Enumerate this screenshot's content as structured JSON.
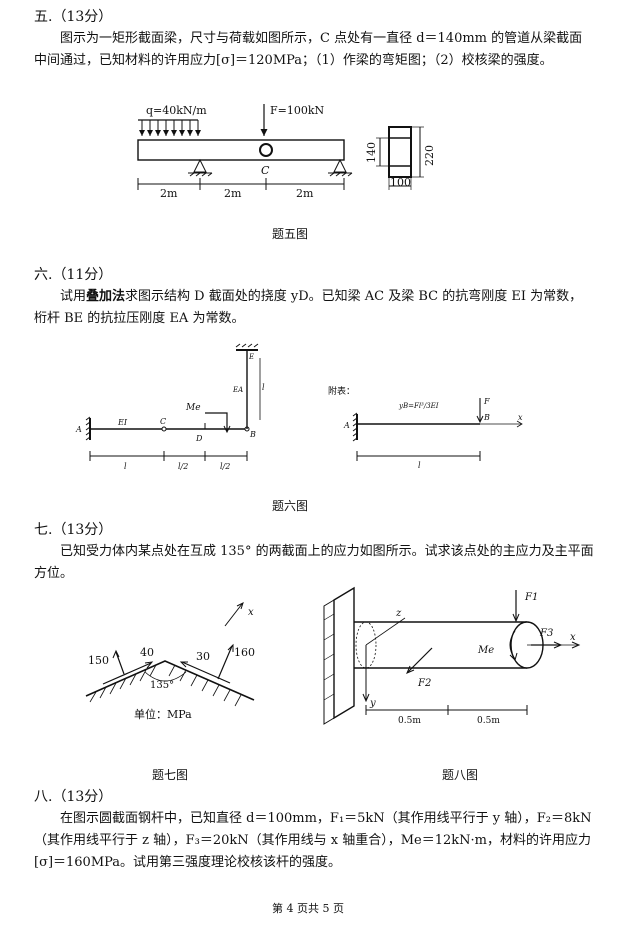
{
  "q5": {
    "title": "五.（13分）",
    "body": "图示为一矩形截面梁，尺寸与荷载如图所示，C 点处有一直径 d＝140mm 的管道从梁截面中间通过，已知材料的许用应力[σ]＝120MPa；（1）作梁的弯矩图；（2）校核梁的强度。",
    "fig": {
      "q_label": "q=40kN/m",
      "f_label": "F=100kN",
      "c_label": "C",
      "dims": [
        "2m",
        "2m",
        "2m"
      ],
      "h_inner": "140",
      "h_outer": "220",
      "width": "100"
    },
    "caption": "题五图"
  },
  "q6": {
    "title": "六.（11分）",
    "body_a": "试用",
    "body_bold": "叠加法",
    "body_b": "求图示结构 D 截面处的挠度 yD。已知梁 AC 及梁 BC 的抗弯刚度 EI 为常数，桁杆 BE 的抗拉压刚度 EA 为常数。",
    "fig": {
      "A": "A",
      "EI": "EI",
      "C": "C",
      "Me": "Me",
      "D": "D",
      "B": "B",
      "EA": "EA",
      "E": "E",
      "l_rod": "l",
      "dims": [
        "l",
        "l/2",
        "l/2"
      ],
      "appendix": "附表：",
      "formula": "yB=Fl³/3EI",
      "A2": "A",
      "F": "F",
      "B2": "B",
      "x": "x",
      "l2": "l"
    },
    "caption": "题六图"
  },
  "q7": {
    "title": "七.（13分）",
    "body": "已知受力体内某点处在互成 135° 的两截面上的应力如图所示。试求该点处的主应力及主平面方位。",
    "fig": {
      "v150": "150",
      "v40": "40",
      "v30": "30",
      "v160": "160",
      "angle": "135°",
      "x": "x",
      "unit": "单位：MPa"
    },
    "caption": "题七图"
  },
  "q8fig": {
    "F1": "F1",
    "F2": "F2",
    "F3": "F3",
    "Me": "Me",
    "x": "x",
    "y": "y",
    "z": "z",
    "d1": "0.5m",
    "d2": "0.5m",
    "caption": "题八图"
  },
  "q8": {
    "title": "八.（13分）",
    "body": "在图示圆截面钢杆中，已知直径 d＝100mm，F₁＝5kN（其作用线平行于 y 轴），F₂＝8kN（其作用线平行于 z 轴），F₃＝20kN（其作用线与 x 轴重合），Me＝12kN·m，材料的许用应力[σ]＝160MPa。试用第三强度理论校核该杆的强度。"
  },
  "footer": "第 4 页共 5 页"
}
